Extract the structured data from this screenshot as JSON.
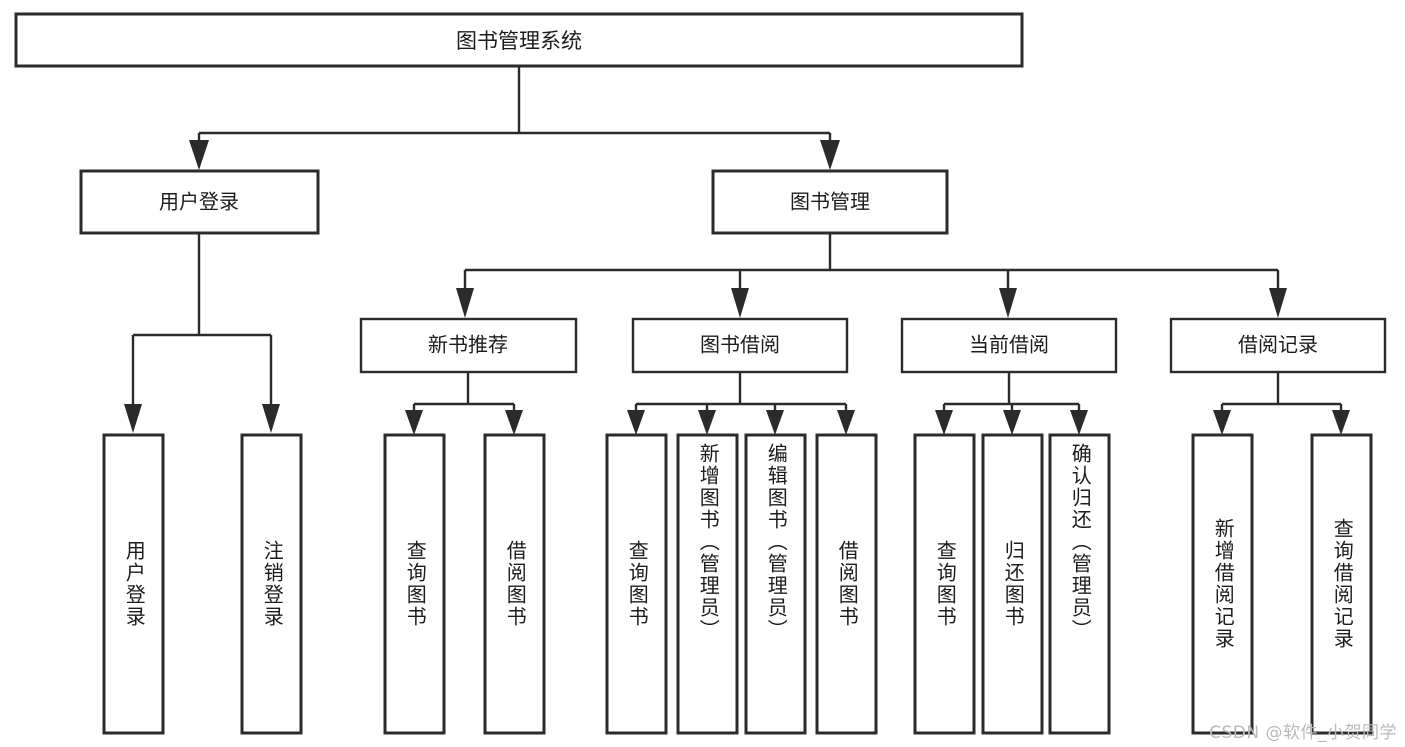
{
  "diagram": {
    "type": "tree-hierarchy",
    "title": "图书管理系统",
    "watermark": "CSDN @软件_小贺同学",
    "colors": {
      "background": "#ffffff",
      "stroke": "#2b2b2b",
      "text": "#1c1c1c",
      "watermark": "#b9b9b9"
    },
    "levels": {
      "root": {
        "label": "图书管理系统"
      },
      "level2": [
        {
          "id": "user-login",
          "label": "用户登录"
        },
        {
          "id": "book-manage",
          "label": "图书管理"
        }
      ],
      "level3": [
        {
          "id": "new-book-recommend",
          "label": "新书推荐",
          "parent": "book-manage"
        },
        {
          "id": "book-borrow",
          "label": "图书借阅",
          "parent": "book-manage"
        },
        {
          "id": "current-borrow",
          "label": "当前借阅",
          "parent": "book-manage"
        },
        {
          "id": "borrow-record",
          "label": "借阅记录",
          "parent": "book-manage"
        }
      ],
      "leaves": [
        {
          "id": "leaf-user-login",
          "label": "用户登录",
          "parent": "user-login"
        },
        {
          "id": "leaf-user-logout",
          "label": "注销登录",
          "parent": "user-login"
        },
        {
          "id": "leaf-query-book-1",
          "label": "查询图书",
          "parent": "new-book-recommend"
        },
        {
          "id": "leaf-borrow-book-1",
          "label": "借阅图书",
          "parent": "new-book-recommend"
        },
        {
          "id": "leaf-query-book-2",
          "label": "查询图书",
          "parent": "book-borrow"
        },
        {
          "id": "leaf-add-book",
          "label": "新增图书（管理员）",
          "parent": "book-borrow"
        },
        {
          "id": "leaf-edit-book",
          "label": "编辑图书（管理员）",
          "parent": "book-borrow"
        },
        {
          "id": "leaf-borrow-book-2",
          "label": "借阅图书",
          "parent": "book-borrow"
        },
        {
          "id": "leaf-query-book-3",
          "label": "查询图书",
          "parent": "current-borrow"
        },
        {
          "id": "leaf-return-book",
          "label": "归还图书",
          "parent": "current-borrow"
        },
        {
          "id": "leaf-confirm-return",
          "label": "确认归还（管理员）",
          "parent": "current-borrow"
        },
        {
          "id": "leaf-add-record",
          "label": "新增借阅记录",
          "parent": "borrow-record"
        },
        {
          "id": "leaf-query-record",
          "label": "查询借阅记录",
          "parent": "borrow-record"
        }
      ]
    }
  }
}
